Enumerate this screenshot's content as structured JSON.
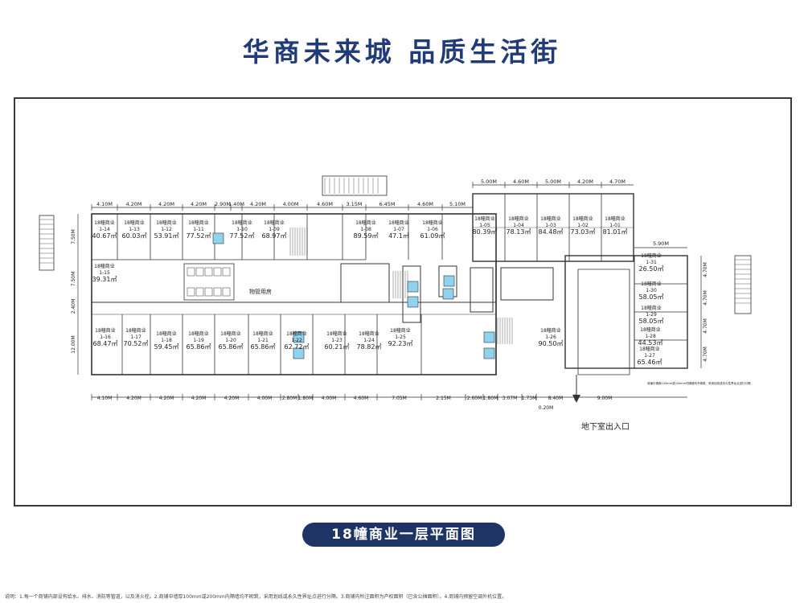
{
  "title": "华商未来城  品质生活街",
  "plan_title": "18幢商业一层平面图",
  "entrance_label": "地下室出入口",
  "public_room_label": "物管用房",
  "footnote": "说明：1.每一个商铺内部设有给水、排水、消防等管道，以及消火栓。2.商铺中墙厚100mm或200mm内隔墙均不砌筑，采用划线或永久性界址点进行分隔。3.商铺内所注面积为产权面积（已含公摊面积）。4.商铺内预留空调外机位置。",
  "note_small": "商铺中墙厚100mm或200mm内隔墙均不砌筑，采用划线或永久性界址点进行分隔",
  "top_dims": [
    "4.10M",
    "4.20M",
    "4.20M",
    "4.20M",
    "2.90M",
    "1.40M",
    "4.20M",
    "4.00M",
    "4.60M",
    "3.15M",
    "6.45M",
    "4.60M",
    "5.10M"
  ],
  "bottom_dims": [
    "4.10M",
    "4.20M",
    "4.20M",
    "4.20M",
    "4.20M",
    "4.00M",
    "2.80M",
    "1.80M",
    "4.00M",
    "4.60M",
    "7.05M",
    "2.15M",
    "2.60M",
    "1.80M",
    "3.07M",
    "1.73M",
    "8.40M",
    "9.00M"
  ],
  "bottom_dim_extra": "0.20M",
  "east_top_dims": [
    "5.00M",
    "4.60M",
    "5.00M",
    "4.20M",
    "4.70M"
  ],
  "east_dim": "5.90M",
  "left_dims": [
    "7.50M",
    "7.50M",
    "2.40M",
    "12.00M"
  ],
  "right_dims": [
    "4.70M",
    "4.70M",
    "4.70M",
    "4.70M"
  ],
  "units": [
    {
      "name": "18幢商业",
      "code": "1-14",
      "area": "40.67㎡"
    },
    {
      "name": "18幢商业",
      "code": "1-13",
      "area": "60.03㎡"
    },
    {
      "name": "18幢商业",
      "code": "1-12",
      "area": "53.91㎡"
    },
    {
      "name": "18幢商业",
      "code": "1-11",
      "area": "77.52㎡"
    },
    {
      "name": "18幢商业",
      "code": "1-10",
      "area": "77.52㎡"
    },
    {
      "name": "18幢商业",
      "code": "1-09",
      "area": "68.97㎡"
    },
    {
      "name": "18幢商业",
      "code": "1-08",
      "area": "89.59㎡"
    },
    {
      "name": "18幢商业",
      "code": "1-07",
      "area": "47.1㎡"
    },
    {
      "name": "18幢商业",
      "code": "1-06",
      "area": "61.09㎡"
    },
    {
      "name": "18幢商业",
      "code": "1-05",
      "area": "80.39㎡"
    },
    {
      "name": "18幢商业",
      "code": "1-04",
      "area": "78.13㎡"
    },
    {
      "name": "18幢商业",
      "code": "1-03",
      "area": "84.48㎡"
    },
    {
      "name": "18幢商业",
      "code": "1-02",
      "area": "73.03㎡"
    },
    {
      "name": "18幢商业",
      "code": "1-01",
      "area": "81.01㎡"
    },
    {
      "name": "18幢商业",
      "code": "1-15",
      "area": "39.31㎡"
    },
    {
      "name": "18幢商业",
      "code": "1-16",
      "area": "68.47㎡"
    },
    {
      "name": "18幢商业",
      "code": "1-17",
      "area": "70.52㎡"
    },
    {
      "name": "18幢商业",
      "code": "1-18",
      "area": "59.45㎡"
    },
    {
      "name": "18幢商业",
      "code": "1-19",
      "area": "65.86㎡"
    },
    {
      "name": "18幢商业",
      "code": "1-20",
      "area": "65.86㎡"
    },
    {
      "name": "18幢商业",
      "code": "1-21",
      "area": "65.86㎡"
    },
    {
      "name": "18幢商业",
      "code": "1-22",
      "area": "62.72㎡"
    },
    {
      "name": "18幢商业",
      "code": "1-23",
      "area": "60.21㎡"
    },
    {
      "name": "18幢商业",
      "code": "1-24",
      "area": "78.82㎡"
    },
    {
      "name": "18幢商业",
      "code": "1-25",
      "area": "92.23㎡"
    },
    {
      "name": "18幢商业",
      "code": "1-26",
      "area": "90.50㎡"
    },
    {
      "name": "18幢商业",
      "code": "1-31",
      "area": "26.50㎡"
    },
    {
      "name": "18幢商业",
      "code": "1-30",
      "area": "58.05㎡"
    },
    {
      "name": "18幢商业",
      "code": "1-29",
      "area": "58.05㎡"
    },
    {
      "name": "18幢商业",
      "code": "1-28",
      "area": "44.53㎡"
    },
    {
      "name": "18幢商业",
      "code": "1-27",
      "area": "65.46㎡"
    }
  ]
}
